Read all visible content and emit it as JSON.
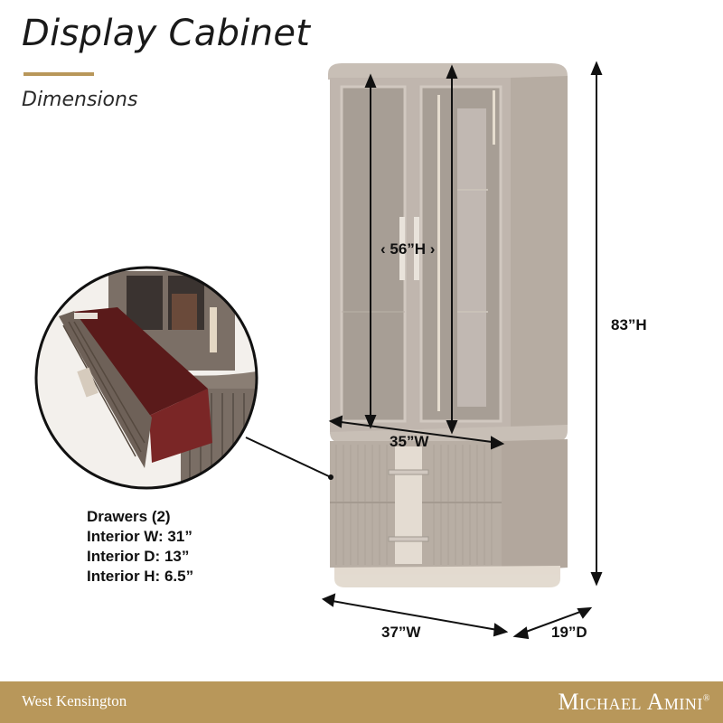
{
  "header": {
    "title": "Display Cabinet",
    "subtitle": "Dimensions"
  },
  "dimensions": {
    "interior_height": "56”H",
    "overall_height": "83”H",
    "interior_width": "35”W",
    "overall_width": "37”W",
    "overall_depth": "19”D"
  },
  "drawers": {
    "title": "Drawers (2)",
    "interior_w": "Interior W: 31”",
    "interior_d": "Interior D: 13”",
    "interior_h": "Interior H: 6.5”"
  },
  "footer": {
    "collection": "West Kensington",
    "brand": "Michael Amini",
    "trademark": "®"
  },
  "colors": {
    "accent_gold": "#b8975a",
    "cabinet_taupe": "#bdb3aa",
    "drawer_interior": "#5a1a1a"
  }
}
